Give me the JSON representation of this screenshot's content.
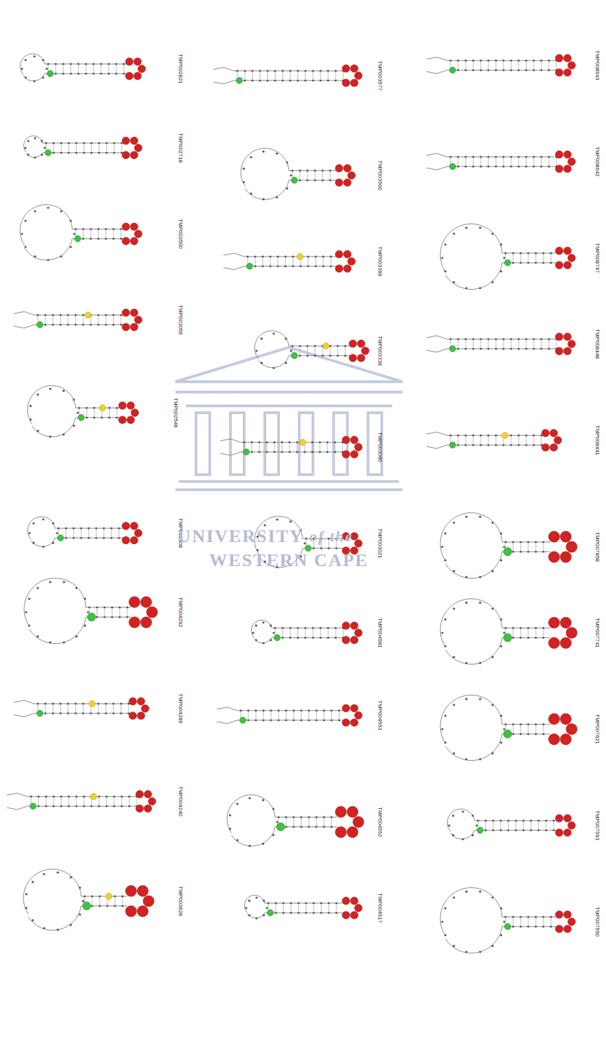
{
  "diagram": {
    "labels": [
      "TMP002821",
      "TMP002718",
      "TMP003500",
      "TMP003059",
      "TMP002546",
      "TMP002406",
      "TMP004292",
      "TMP004289",
      "TMP004240",
      "TMP003628",
      "TMP003577",
      "TMP003500",
      "TMP003369",
      "TMP003336",
      "TMP003060",
      "TMP003021",
      "TMP004581",
      "TMP004553",
      "TMP004552",
      "TMP004517",
      "TMP008943",
      "TMP008942",
      "TMP008747",
      "TMP008448",
      "TMP008441",
      "TMP007858",
      "TMP007741",
      "TMP007621",
      "TMP007593",
      "TMP007550",
      "UNIVERSITY",
      "of the",
      "WESTERN CAPE"
    ]
  }
}
